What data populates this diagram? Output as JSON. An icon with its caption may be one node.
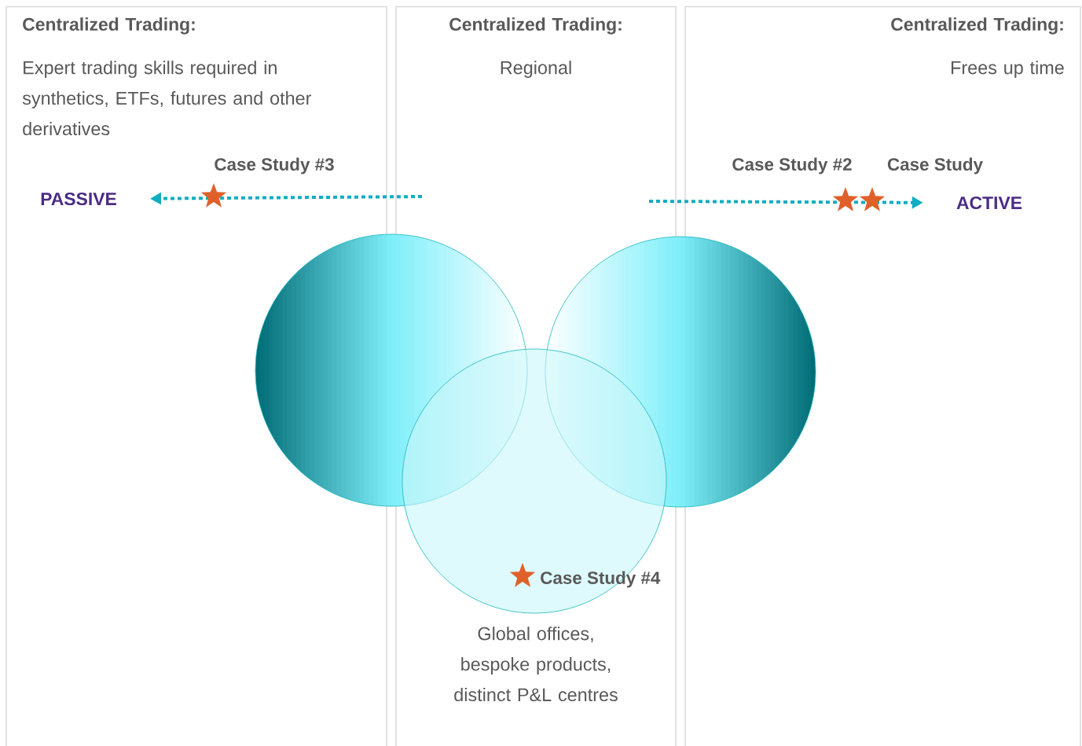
{
  "diagram": {
    "nodes": [
      {
        "text": [
          "Centralized Trading:",
          "Expert trading skills required in synthetics, ETFs, futures and other derivatives"
        ]
      },
      {
        "text": [
          "Centralized Trading:",
          "Regional",
          "Global offices, bespoke products, distinct P&L centres"
        ]
      },
      {
        "text": [
          "Centralized Trading:",
          "Frees up time"
        ]
      },
      {
        "text": [
          "PASSIVE"
        ],
        "in": 0
      },
      {
        "text": [
          "ACTIVE"
        ],
        "in": 2
      },
      {
        "text": [],
        "shape": "circle"
      },
      {
        "text": [],
        "shape": "circle"
      },
      {
        "text": [],
        "shape": "circle",
        "in": 1
      }
    ],
    "edges": [
      {
        "from": null,
        "to": 3,
        "arrow": "to",
        "style": "dashed"
      },
      {
        "from": null,
        "to": 4,
        "arrow": "to",
        "style": "dashed"
      }
    ],
    "labels": [
      "Case Study #3",
      "Case Study #2",
      "Case Study",
      "Case Study #4"
    ]
  }
}
